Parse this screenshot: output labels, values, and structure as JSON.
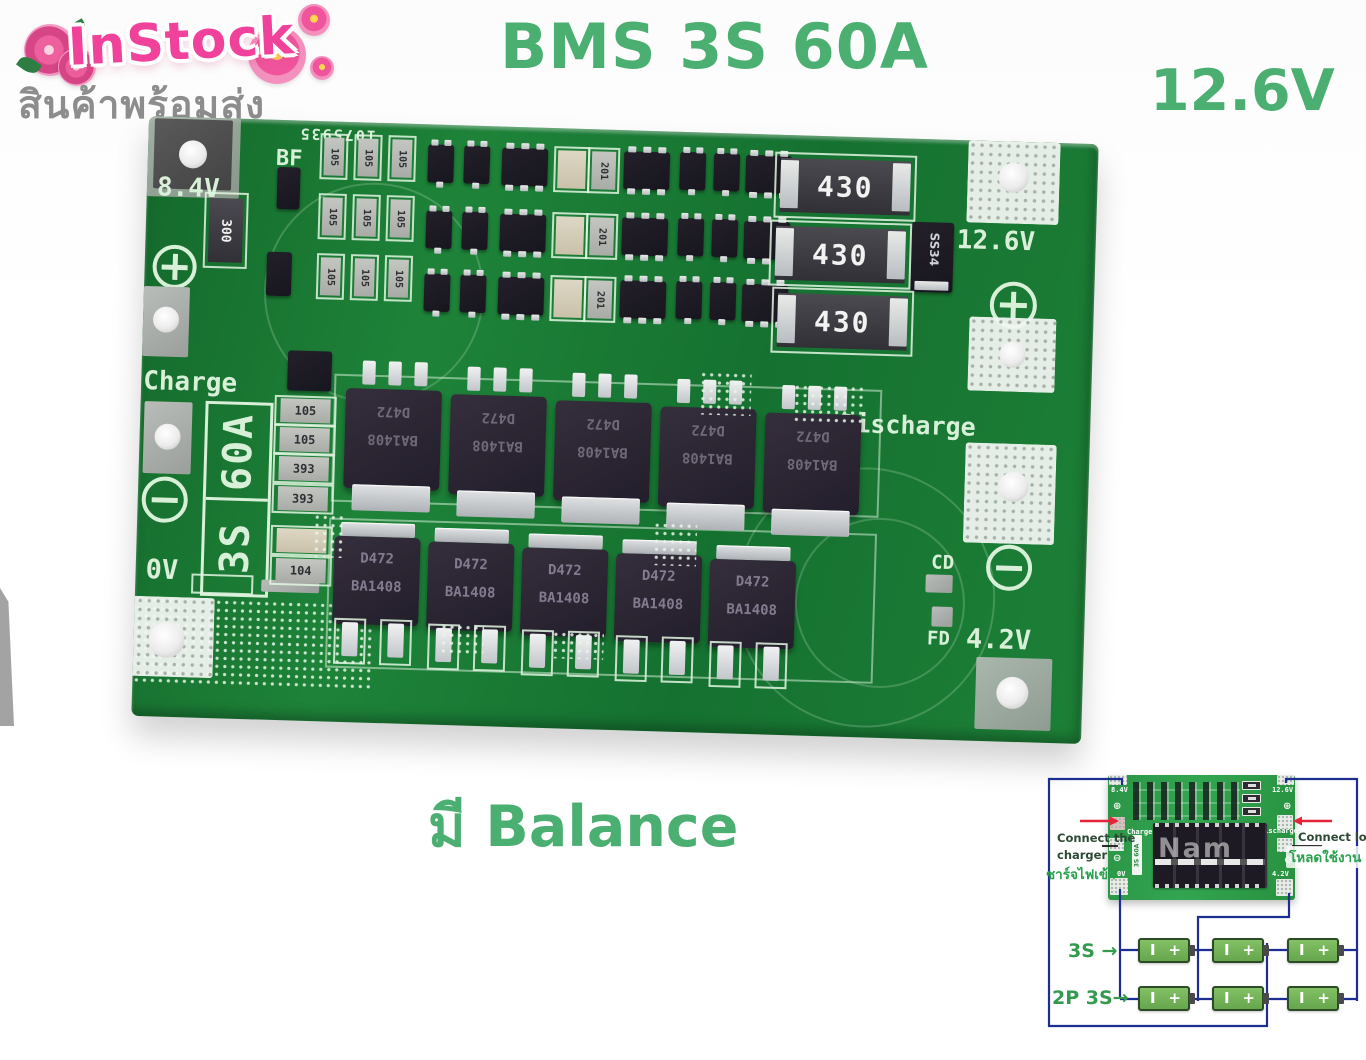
{
  "header": {
    "logo_text": "InStock",
    "logo_subtext": "สินค้าพร้อมส่ง",
    "title": "BMS 3S 60A",
    "voltage_right": "12.6V"
  },
  "caption": {
    "balance": "มี Balance"
  },
  "pcb": {
    "serial": "1075935",
    "silk": {
      "bf": "BF",
      "v84": "8.4V",
      "charge": "Charge",
      "zero_v": "0V",
      "box_top": "60A",
      "box_bottom": "3S",
      "v126": "12.6V",
      "discharge": "Discharge",
      "cd": "CD",
      "fd": "FD",
      "v42": "4.2V"
    },
    "parts": {
      "r300": "300",
      "r105": "105",
      "r201": "201",
      "r393": "393",
      "r104": "104",
      "r430": "430",
      "diode": "SS34",
      "mosfet_top_line1": "BA1408",
      "mosfet_top_line2": "D472",
      "mosfet_bottom_line1": "D472",
      "mosfet_bottom_line2": "BA1408",
      "resistor_column": [
        "105",
        "105",
        "393",
        "393",
        "",
        "104"
      ]
    }
  },
  "diagram": {
    "mini_board": {
      "v84": "8.4V",
      "v126": "12.6V",
      "charge": "Charge",
      "discharge": "Discharge",
      "zero_v": "0V",
      "v42": "4.2V",
      "box": "3S 60A",
      "watermark": "Nam"
    },
    "left_note_line1": "Connect the",
    "left_note_line2": "charger",
    "left_note_thai": "ชาร์จไฟเข้า",
    "right_note": "Connect load",
    "right_note_thai": "โหลดใช้งาน",
    "row_labels": [
      "3S →",
      "2P 3S→"
    ],
    "battery_terminals": {
      "neg": "I",
      "pos": "+"
    }
  },
  "colors": {
    "accent_green": "#4caf72",
    "logo_pink": "#f0429b",
    "subtitle_gray": "#8d8d8d",
    "board_green": "#1a7d36",
    "silkscreen": "#d8efd8",
    "wire_blue": "#1c2e91",
    "arrow_red": "#e62339",
    "battery_green": "#74b356",
    "note_green": "#28a24c",
    "note_dark": "#2d4a35"
  }
}
